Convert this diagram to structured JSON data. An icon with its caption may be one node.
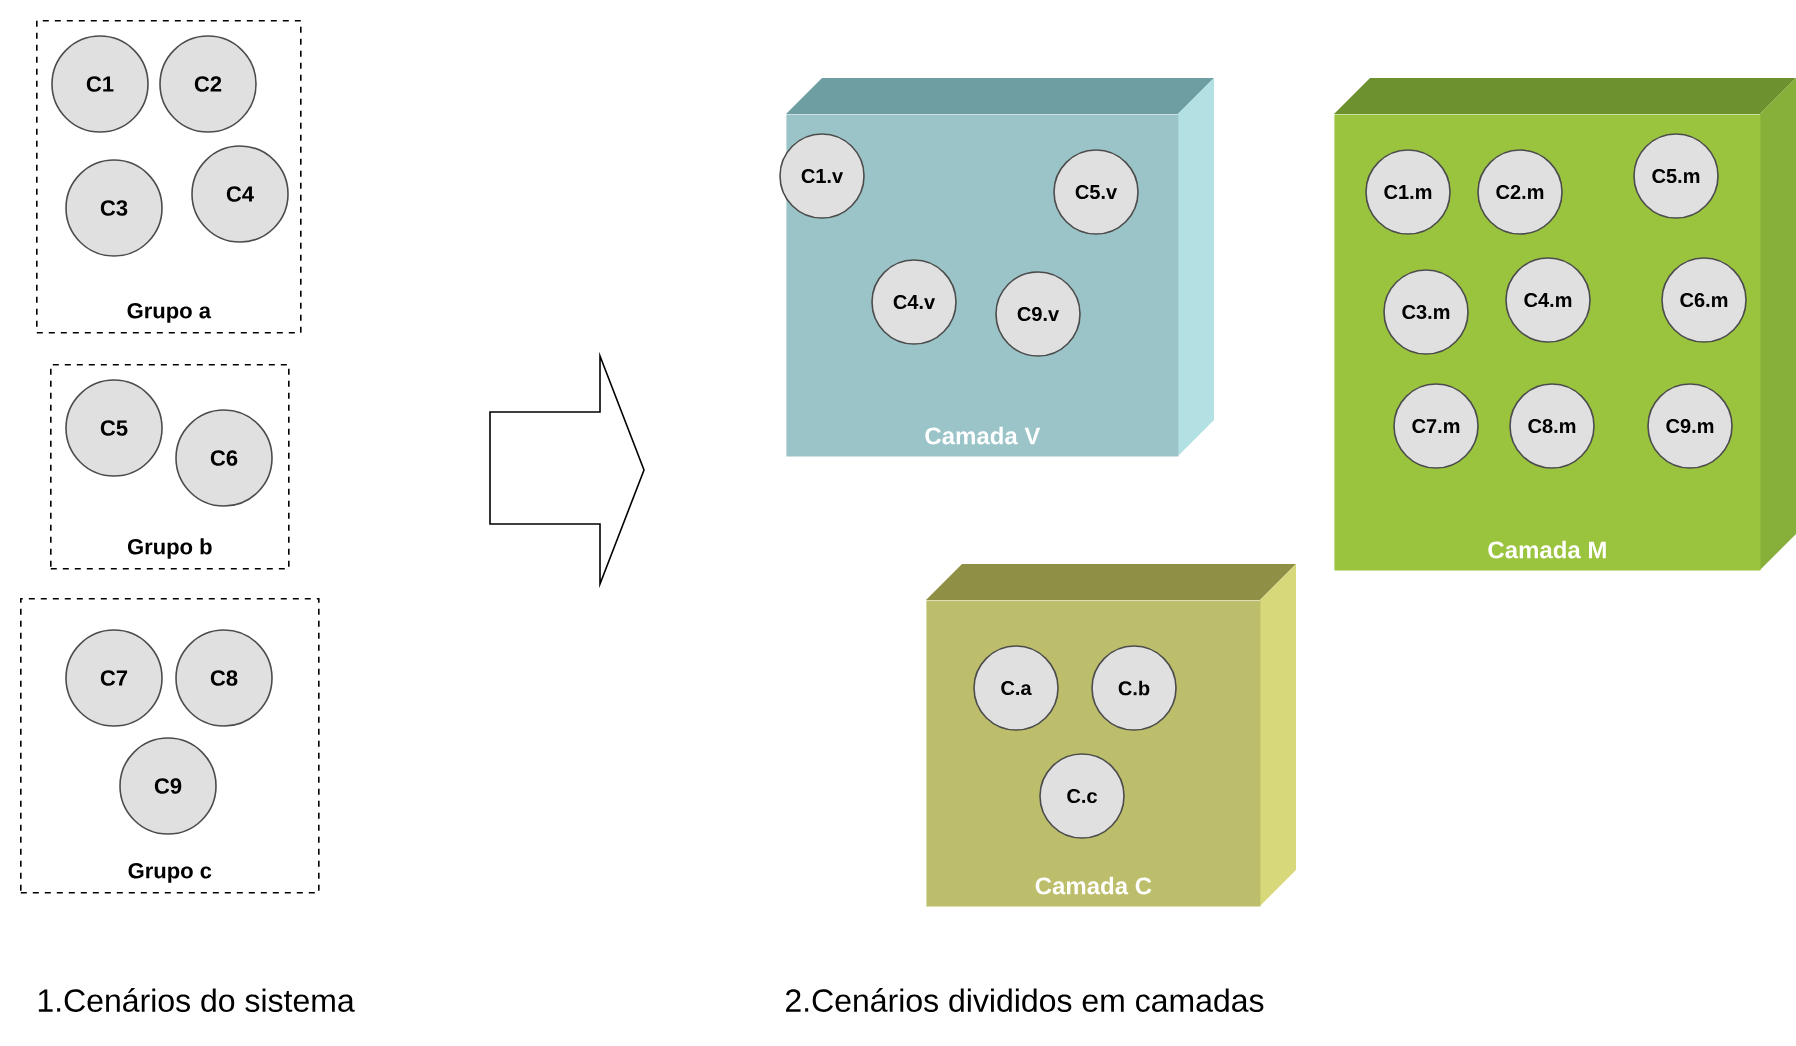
{
  "diagram": {
    "nodes": [
      {
        "text": [
          "Grupo a"
        ]
      },
      {
        "text": [
          "C1"
        ],
        "in": 0
      },
      {
        "text": [
          "C2"
        ],
        "in": 0
      },
      {
        "text": [
          "C3"
        ],
        "in": 0
      },
      {
        "text": [
          "C4"
        ],
        "in": 0
      },
      {
        "text": [
          "Grupo b"
        ]
      },
      {
        "text": [
          "C5"
        ],
        "in": 5
      },
      {
        "text": [
          "C6"
        ],
        "in": 5
      },
      {
        "text": [
          "Grupo c"
        ]
      },
      {
        "text": [
          "C7"
        ],
        "in": 8
      },
      {
        "text": [
          "C8"
        ],
        "in": 8
      },
      {
        "text": [
          "C9"
        ],
        "in": 8
      },
      {
        "text": [
          "Camada V"
        ]
      },
      {
        "text": [
          "C1.v"
        ],
        "in": 12
      },
      {
        "text": [
          "C5.v"
        ],
        "in": 12
      },
      {
        "text": [
          "C4.v"
        ],
        "in": 12
      },
      {
        "text": [
          "C9.v"
        ],
        "in": 12
      },
      {
        "text": [
          "Camada M"
        ]
      },
      {
        "text": [
          "C1.m"
        ],
        "in": 17
      },
      {
        "text": [
          "C2.m"
        ],
        "in": 17
      },
      {
        "text": [
          "C5.m"
        ],
        "in": 17
      },
      {
        "text": [
          "C3.m"
        ],
        "in": 17
      },
      {
        "text": [
          "C4.m"
        ],
        "in": 17
      },
      {
        "text": [
          "C6.m"
        ],
        "in": 17
      },
      {
        "text": [
          "C7.m"
        ],
        "in": 17
      },
      {
        "text": [
          "C8.m"
        ],
        "in": 17
      },
      {
        "text": [
          "C9.m"
        ],
        "in": 17
      },
      {
        "text": [
          "Camada C"
        ]
      },
      {
        "text": [
          "C.a"
        ],
        "in": 27
      },
      {
        "text": [
          "C.b"
        ],
        "in": 27
      },
      {
        "text": [
          "C.c"
        ],
        "in": 27
      }
    ],
    "labels": [
      "1.Cenários do sistema",
      "2.Cenários divididos em camadas"
    ]
  }
}
